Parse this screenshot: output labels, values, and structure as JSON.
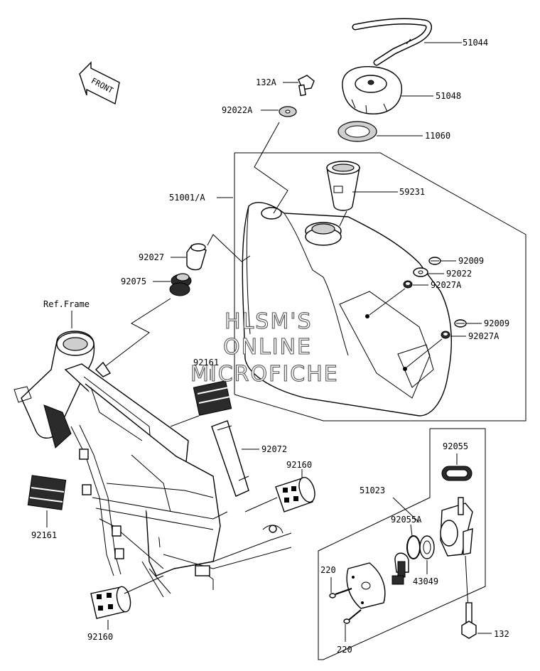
{
  "front_arrow": {
    "label": "FRONT"
  },
  "watermark": {
    "line1": "HLSM'S",
    "line2": "ONLINE",
    "line3": "MICROFICHE"
  },
  "labels": {
    "p51044": "51044",
    "p51048": "51048",
    "p132A": "132A",
    "p92022A": "92022A",
    "p11060": "11060",
    "p51001A": "51001/A",
    "p59231": "59231",
    "p92027": "92027",
    "p92075": "92075",
    "p92009a": "92009",
    "p92022": "92022",
    "p92027Aa": "92027A",
    "p92009b": "92009",
    "p92027Ab": "92027A",
    "refframe": "Ref.Frame",
    "p92161top": "92161",
    "p92072": "92072",
    "p92160top": "92160",
    "p92161left": "92161",
    "p92160bottom": "92160",
    "p92055": "92055",
    "p51023": "51023",
    "p92055A": "92055A",
    "p220a": "220",
    "p43049": "43049",
    "p220b": "220",
    "p132": "132"
  }
}
